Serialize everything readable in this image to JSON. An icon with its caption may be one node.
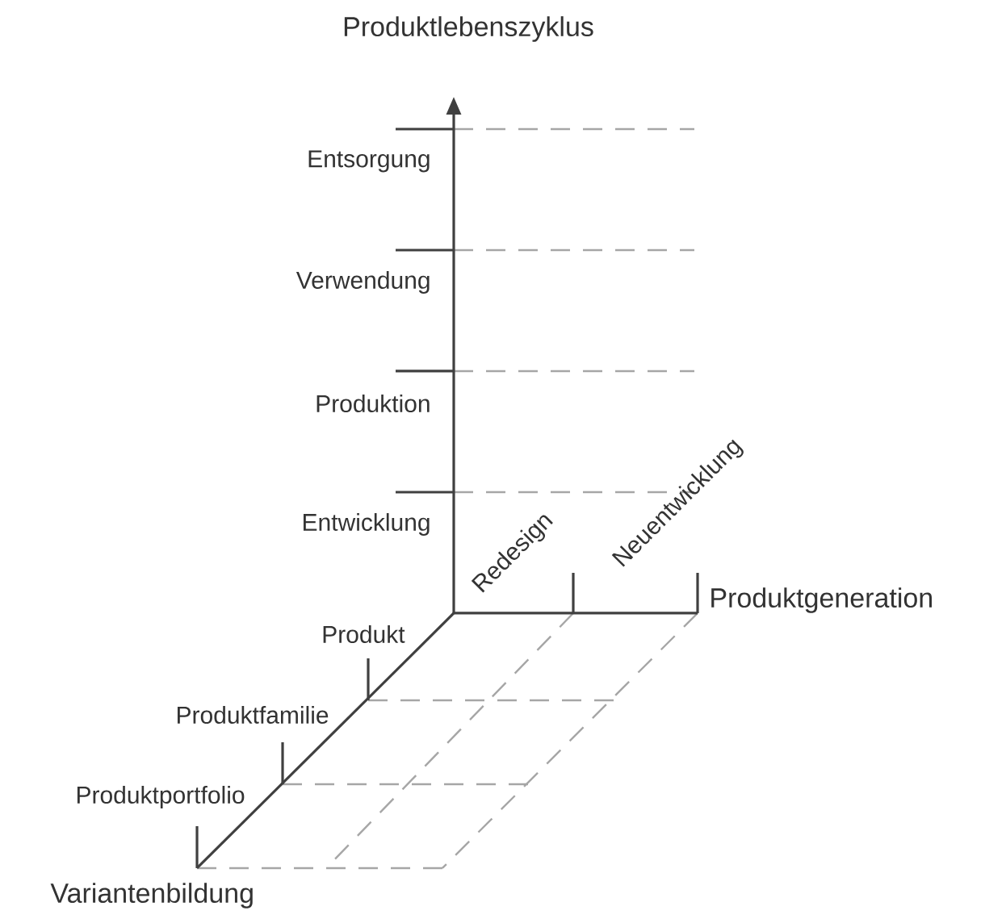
{
  "diagram": {
    "labels": [
      "Produktlebenszyklus",
      "Entsorgung",
      "Verwendung",
      "Produktion",
      "Entwicklung",
      "Redesign",
      "Neuentwicklung",
      "Produktgeneration",
      "Produkt",
      "Produktfamilie",
      "Produktportfolio",
      "Variantenbildung"
    ]
  }
}
